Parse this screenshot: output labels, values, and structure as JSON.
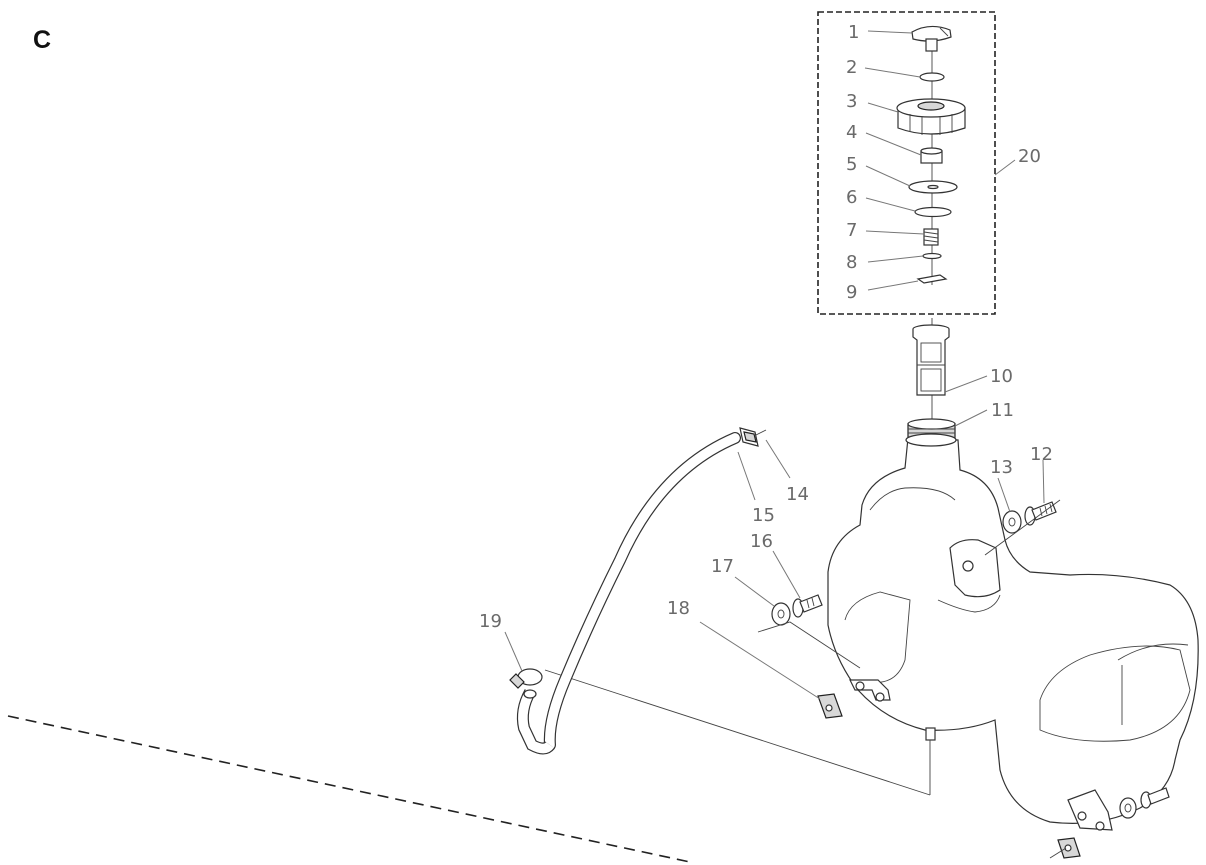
{
  "section_letter": "C",
  "callouts": {
    "p1": "1",
    "p2": "2",
    "p3": "3",
    "p4": "4",
    "p5": "5",
    "p6": "6",
    "p7": "7",
    "p8": "8",
    "p9": "9",
    "p10": "10",
    "p11": "11",
    "p12": "12",
    "p13": "13",
    "p14": "14",
    "p15": "15",
    "p16": "16",
    "p17": "17",
    "p18": "18",
    "p19": "19",
    "p20": "20"
  },
  "colors": {
    "callout_text": "#6a6a6a",
    "line": "#333333",
    "background": "#ffffff"
  }
}
